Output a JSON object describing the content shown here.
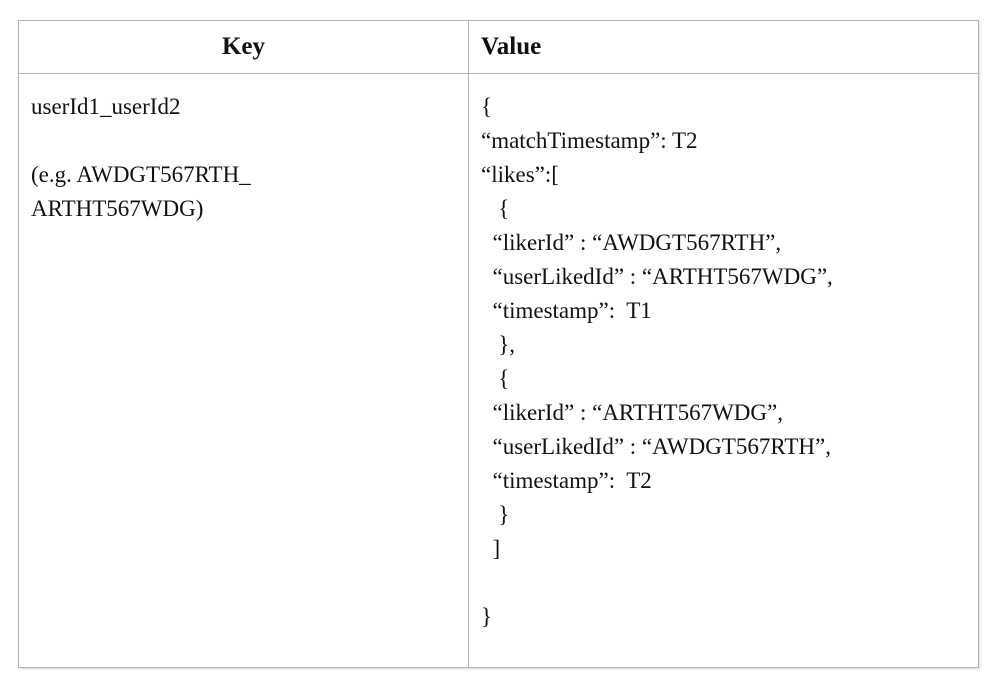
{
  "table": {
    "headers": {
      "key": "Key",
      "value": "Value"
    },
    "rows": [
      {
        "key_lines": [
          "userId1_userId2",
          "",
          "(e.g. AWDGT567RTH_",
          "ARTHT567WDG)"
        ],
        "value_lines": [
          "{",
          "“matchTimestamp”: T2",
          "“likes”:[",
          "   {",
          "  “likerId” : “AWDGT567RTH”,",
          "  “userLikedId” : “ARTHT567WDG”,",
          "  “timestamp”:  T1",
          "   },",
          "   {",
          "  “likerId” : “ARTHT567WDG”,",
          "  “userLikedId” : “AWDGT567RTH”,",
          "  “timestamp”:  T2",
          "   }",
          "  ]",
          "",
          "}"
        ]
      }
    ]
  },
  "colors": {
    "border": "#b4b4b4",
    "text": "#111111",
    "background": "#ffffff"
  }
}
